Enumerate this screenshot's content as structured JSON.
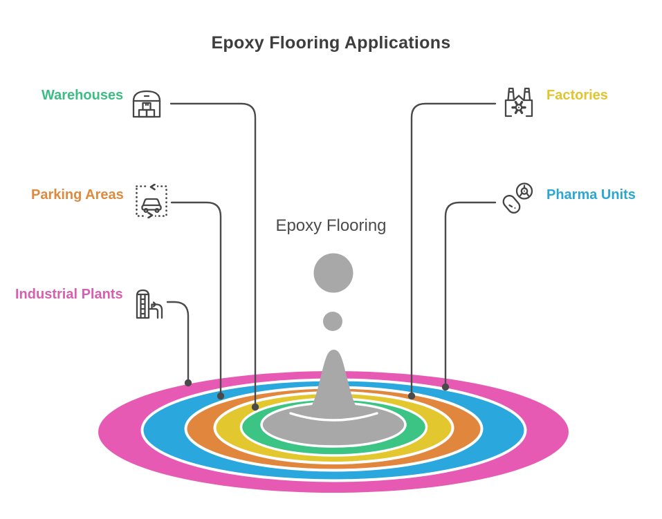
{
  "header": {
    "title": "Epoxy Flooring Applications"
  },
  "center": {
    "label": "Epoxy Flooring"
  },
  "labels": [
    {
      "text": "Warehouses",
      "color": "#3dbd85",
      "icon": "warehouse-icon"
    },
    {
      "text": "Parking Areas",
      "color": "#dd8a3e",
      "icon": "parking-car-icon"
    },
    {
      "text": "Industrial Plants",
      "color": "#d75fae",
      "icon": "industrial-silo-icon"
    },
    {
      "text": "Factories",
      "color": "#e0c52f",
      "icon": "factory-icon"
    },
    {
      "text": "Pharma Units",
      "color": "#2ba6d2",
      "icon": "pharma-capsule-icon"
    }
  ],
  "splash": {
    "rings": [
      {
        "name": "outer-ring-pink",
        "color": "#e75ab3"
      },
      {
        "name": "ring-blue",
        "color": "#2aa7dc"
      },
      {
        "name": "ring-orange",
        "color": "#e0873d"
      },
      {
        "name": "ring-yellow",
        "color": "#e2c72f"
      },
      {
        "name": "ring-green",
        "color": "#3cc484"
      },
      {
        "name": "center-pool",
        "color": "#a8a8a8"
      }
    ],
    "droplet_color": "#a8a8a8"
  },
  "connectors": {
    "color": "#4a4a4a"
  }
}
